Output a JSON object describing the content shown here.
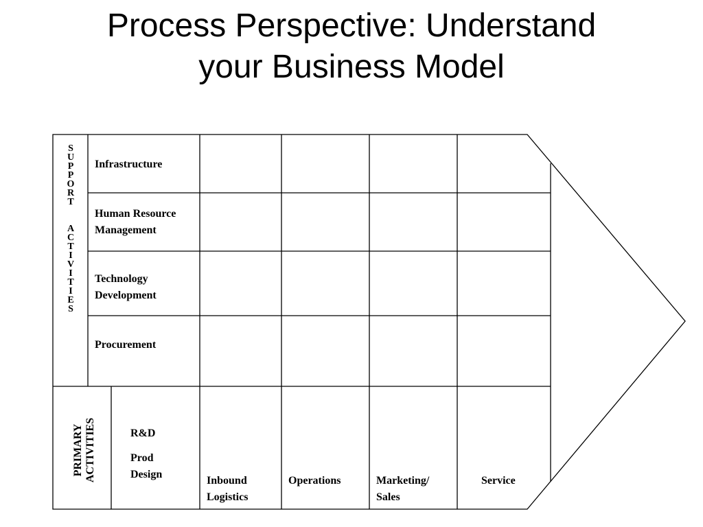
{
  "title": {
    "line1": "Process Perspective: Understand",
    "line2": "your Business Model"
  },
  "support": {
    "side_label": "SUPPORT ACTIVITIES",
    "rows": [
      {
        "line1": "Infrastructure",
        "line2": ""
      },
      {
        "line1": "Human Resource",
        "line2": "Management"
      },
      {
        "line1": "Technology",
        "line2": "Development"
      },
      {
        "line1": "Procurement",
        "line2": ""
      }
    ]
  },
  "primary": {
    "side_label_line1": "PRIMARY",
    "side_label_line2": "ACTIVITIES",
    "rd_label": "R&D",
    "prod_design_line1": "Prod",
    "prod_design_line2": "Design",
    "stages": [
      {
        "line1": "Inbound",
        "line2": "Logistics"
      },
      {
        "line1": "Operations",
        "line2": ""
      },
      {
        "line1": "Marketing/",
        "line2": "Sales"
      },
      {
        "line1": "Service",
        "line2": ""
      }
    ]
  }
}
